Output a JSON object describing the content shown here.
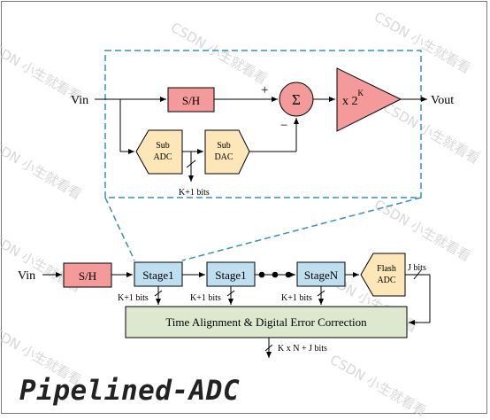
{
  "diagram": {
    "caption": "Pipelined-ADC",
    "watermark": "CSDN 小生就看看",
    "detail": {
      "vin": "Vin",
      "sh": "S/H",
      "plus": "+",
      "minus": "−",
      "sigma": "Σ",
      "gain_base": "x 2",
      "gain_exp": "K",
      "vout": "Vout",
      "sub_adc": [
        "Sub",
        "ADC"
      ],
      "sub_dac": [
        "Sub",
        "DAC"
      ],
      "bits": "K+1 bits"
    },
    "pipeline": {
      "vin": "Vin",
      "sh": "S/H",
      "stage1": "Stage1",
      "stage2": "Stage1",
      "stageN": "StageN",
      "flash_adc": [
        "Flash",
        "ADC"
      ],
      "jbits": "J bits",
      "bits1": "K+1 bits",
      "bits2": "K+1 bits",
      "bits3": "K+1 bits",
      "correction": "Time Alignment & Digital Error Correction",
      "output_bits": "K x N + J bits"
    },
    "colors": {
      "sh_fill": "#f59a9a",
      "gain_fill": "#f59a9a",
      "subblock_fill": "#fde6b8",
      "stage_fill": "#bfdff0",
      "correction_fill": "#dde8cf",
      "dashed_line": "#3a8fc0"
    }
  }
}
